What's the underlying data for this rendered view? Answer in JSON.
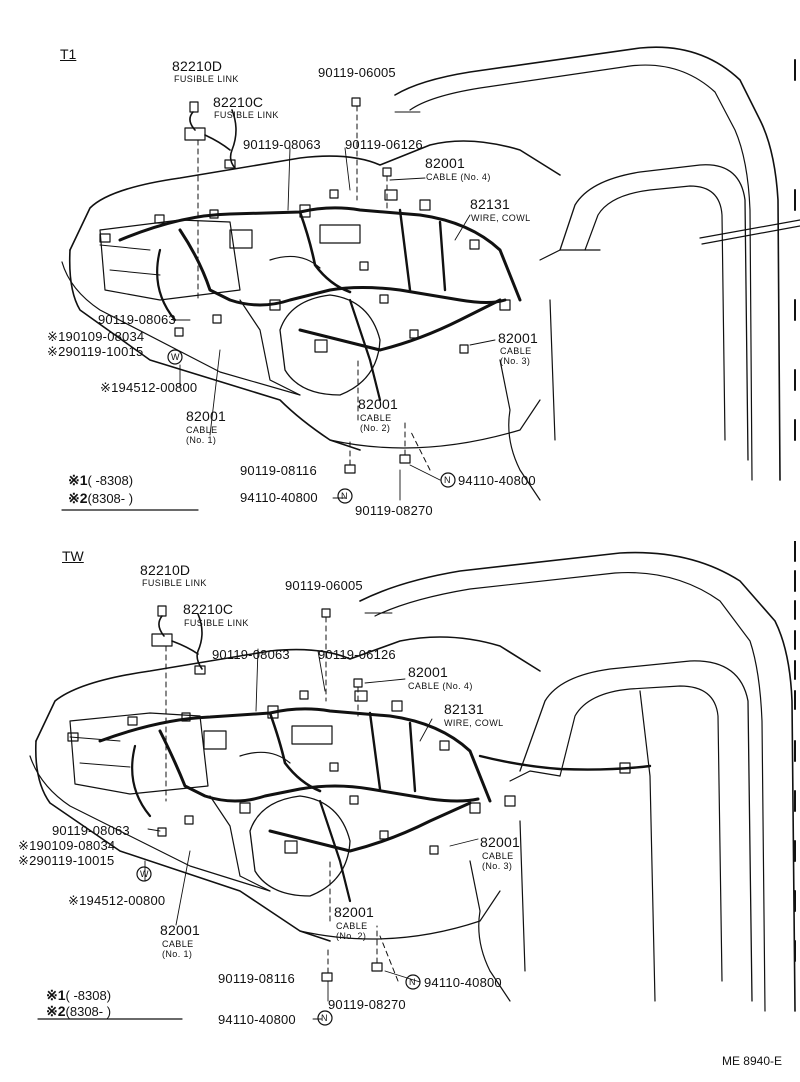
{
  "figure_code": "ME 8940-E",
  "panels": [
    {
      "title": "T1",
      "labels": {
        "fl_d_num": "82210D",
        "fl_d_desc": "FUSIBLE LINK",
        "fl_c_num": "82210C",
        "fl_c_desc": "FUSIBLE LINK",
        "bolt_06005": "90119-06005",
        "bolt_08063_top": "90119-08063",
        "bolt_06126": "90119-06126",
        "cable4_num": "82001",
        "cable4_desc": "CABLE (No. 4)",
        "cowl_num": "82131",
        "cowl_desc": "WIRE, COWL",
        "bolt_08063_left": "90119-08063",
        "bolt_08034": "※190109-08034",
        "bolt_10015": "※290119-10015",
        "washer_00800": "※194512-00800",
        "cable1_num": "82001",
        "cable1_desc1": "CABLE",
        "cable1_desc2": "(No. 1)",
        "cable2_num": "82001",
        "cable2_desc1": "CABLE",
        "cable2_desc2": "(No. 2)",
        "cable3_num": "82001",
        "cable3_desc1": "CABLE",
        "cable3_desc2": "(No. 3)",
        "bolt_08116": "90119-08116",
        "nut_left": "94110-40800",
        "nut_right": "94110-40800",
        "bolt_08270": "90119-08270",
        "w_mark": "W",
        "n_mark": "N"
      },
      "notes": [
        {
          "mark": "※1",
          "range": "(      -8308)"
        },
        {
          "mark": "※2",
          "range": "(8308-       )"
        }
      ]
    },
    {
      "title": "TW",
      "labels": {
        "fl_d_num": "82210D",
        "fl_d_desc": "FUSIBLE LINK",
        "fl_c_num": "82210C",
        "fl_c_desc": "FUSIBLE LINK",
        "bolt_06005": "90119-06005",
        "bolt_08063_top": "90119-08063",
        "bolt_06126": "90119-06126",
        "cable4_num": "82001",
        "cable4_desc": "CABLE (No. 4)",
        "cowl_num": "82131",
        "cowl_desc": "WIRE, COWL",
        "bolt_08063_left": "90119-08063",
        "bolt_08034": "※190109-08034",
        "bolt_10015": "※290119-10015",
        "washer_00800": "※194512-00800",
        "cable1_num": "82001",
        "cable1_desc1": "CABLE",
        "cable1_desc2": "(No. 1)",
        "cable2_num": "82001",
        "cable2_desc1": "CABLE",
        "cable2_desc2": "(No. 2)",
        "cable3_num": "82001",
        "cable3_desc1": "CABLE",
        "cable3_desc2": "(No. 3)",
        "bolt_08116": "90119-08116",
        "nut_left": "94110-40800",
        "nut_right": "94110-40800",
        "bolt_08270": "90119-08270",
        "w_mark": "W",
        "n_mark": "N"
      },
      "notes": [
        {
          "mark": "※1",
          "range": "(      -8308)"
        },
        {
          "mark": "※2",
          "range": "(8308-       )"
        }
      ]
    }
  ]
}
